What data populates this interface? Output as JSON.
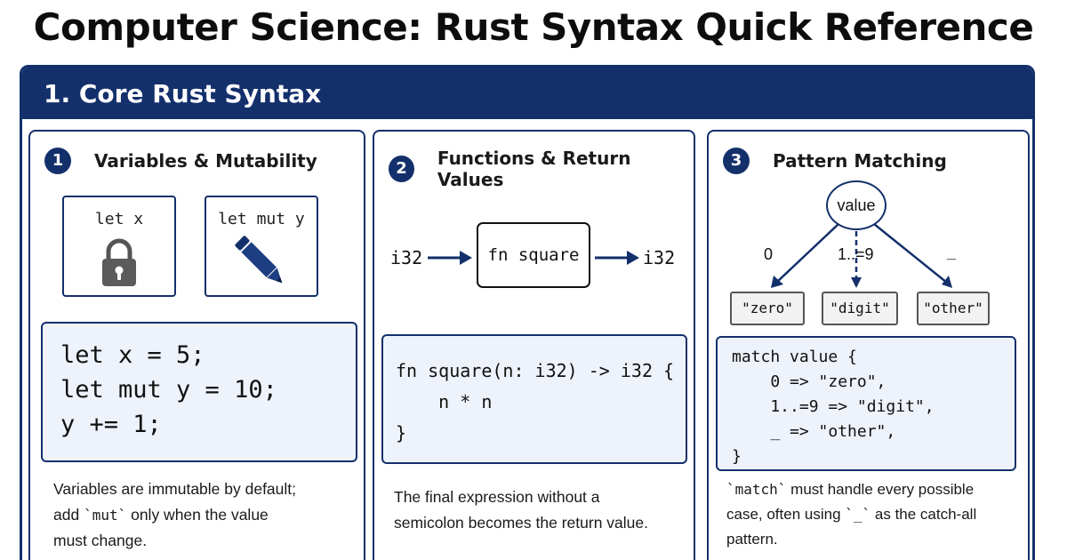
{
  "page_title": "Computer Science: Rust Syntax Quick Reference",
  "section": {
    "title": "1. Core Rust Syntax"
  },
  "panels": [
    {
      "number": "1",
      "title": "Variables & Mutability",
      "cards": [
        {
          "label": "let x",
          "icon": "lock-icon"
        },
        {
          "label": "let mut y",
          "icon": "pencil-icon"
        }
      ],
      "code": [
        "let x = 5;",
        "let mut y = 10;",
        "y += 1;"
      ],
      "note": {
        "line1": "Variables are immutable by default;",
        "line2_before": "add ",
        "line2_code": "`mut`",
        "line2_after": " only when the value",
        "line3": "must change."
      }
    },
    {
      "number": "2",
      "title": "Functions & Return Values",
      "flow": {
        "input": "i32",
        "function": "fn square",
        "output": "i32"
      },
      "code": [
        "fn square(n: i32) -> i32 {",
        "    n * n",
        "}"
      ],
      "note": {
        "line1": "The final expression without a",
        "line2": "semicolon becomes the return value."
      }
    },
    {
      "number": "3",
      "title": "Pattern Matching",
      "tree": {
        "root": "value",
        "branches": [
          {
            "pattern": "0",
            "result": "\"zero\""
          },
          {
            "pattern": "1..=9",
            "result": "\"digit\""
          },
          {
            "pattern": "_",
            "result": "\"other\""
          }
        ]
      },
      "code": [
        "match value {",
        "    0 => \"zero\",",
        "    1..=9 => \"digit\",",
        "    _ => \"other\",",
        "}"
      ],
      "note": {
        "line1_code": "`match`",
        "line1_after": " must handle every possible",
        "line2_before": "case, often using ",
        "line2_code": "`_`",
        "line2_after": " as the catch-all",
        "line3": "pattern."
      }
    }
  ],
  "colors": {
    "navy": "#13306b",
    "code_background": "#eef2fa",
    "result_background": "#f2f2f2"
  }
}
